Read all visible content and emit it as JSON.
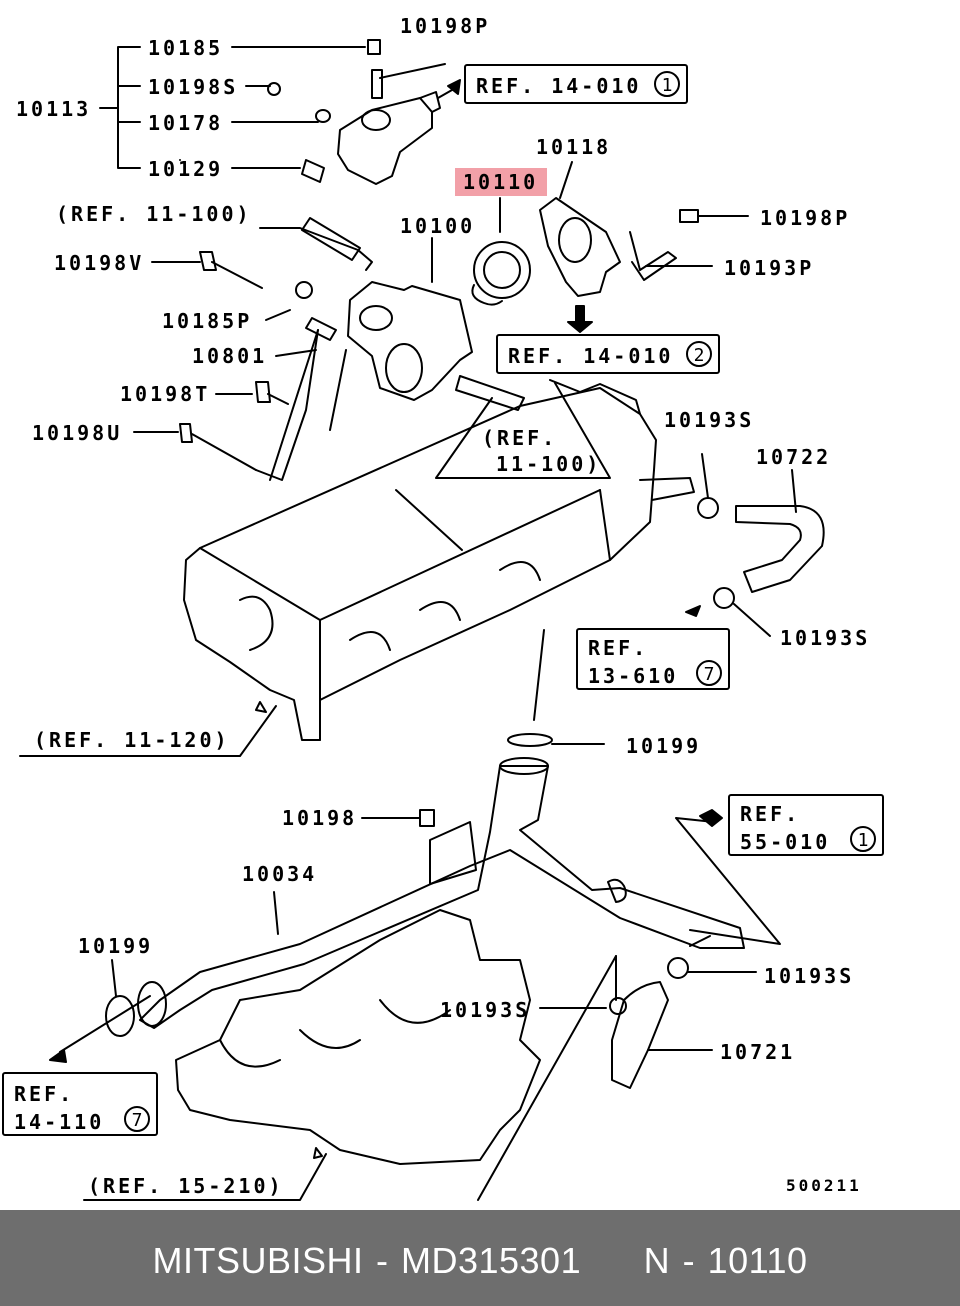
{
  "labels": {
    "p10198P_top": "10198P",
    "p10185": "10185",
    "p10198S": "10198S",
    "p10113": "10113",
    "p10178": "10178",
    "p10129": "10129",
    "p10118": "10118",
    "p10110": "10110",
    "p10100": "10100",
    "p10198P_right": "10198P",
    "p10193P": "10193P",
    "p10198V": "10198V",
    "p10185P": "10185P",
    "p10801": "10801",
    "p10198T": "10198T",
    "p10198U": "10198U",
    "p10193S_a": "10193S",
    "p10722": "10722",
    "p10193S_b": "10193S",
    "p10199_a": "10199",
    "p10198": "10198",
    "p10034": "10034",
    "p10199_b": "10199",
    "p10193S_c": "10193S",
    "p10193S_d": "10193S",
    "p10721": "10721"
  },
  "refs_plain": {
    "r11_100_top": "(REF. 11-100)",
    "r11_100_mid_1": "(REF.",
    "r11_100_mid_2": "11-100)",
    "r11_120": "(REF. 11-120)",
    "r15_210": "(REF. 15-210)"
  },
  "ref_boxes": {
    "b14_010_1": {
      "text": "REF. 14-010",
      "circle": "1"
    },
    "b14_010_2": {
      "text": "REF. 14-010",
      "circle": "2"
    },
    "b13_610": {
      "line1": "REF.",
      "line2": "13-610",
      "circle": "7"
    },
    "b55_010": {
      "line1": "REF.",
      "line2": "55-010",
      "circle": "1"
    },
    "b14_110": {
      "line1": "REF.",
      "line2": "14-110",
      "circle": "7"
    }
  },
  "diagram_code": "500211",
  "footer": {
    "text": "MITSUBISHI - MD315301     N - 10110"
  },
  "highlight_color": "#f2a0a8",
  "footer_color": "#6e6e6e"
}
